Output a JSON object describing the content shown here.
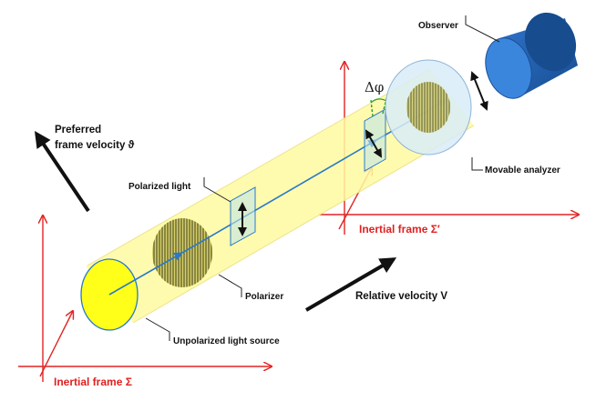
{
  "labels": {
    "observer": "Observer",
    "movable_analyzer": "Movable analyzer",
    "delta_phi": "Δφ",
    "preferred_line1": "Preferred",
    "preferred_line2": "frame velocity ϑ",
    "polarized_light": "Polarized light",
    "polarizer": "Polarizer",
    "relative_velocity": "Relative velocity V",
    "unpolarized_source": "Unpolarized light source",
    "inertial_frame_sigma_prime": "Inertial frame Σ′",
    "inertial_frame_sigma": "Inertial frame Σ"
  },
  "colors": {
    "beam": "#fffaa0",
    "beam_edge": "#e6de6a",
    "source": "#ffff1a",
    "observer_body": "#1f5fae",
    "observer_face": "#3b86dd",
    "axis": "#e32424",
    "ray": "#2a79c8",
    "polarizer_line": "#5a5a2a",
    "plate": "#bfe6e6",
    "analyzer": "#d8ecf8"
  }
}
